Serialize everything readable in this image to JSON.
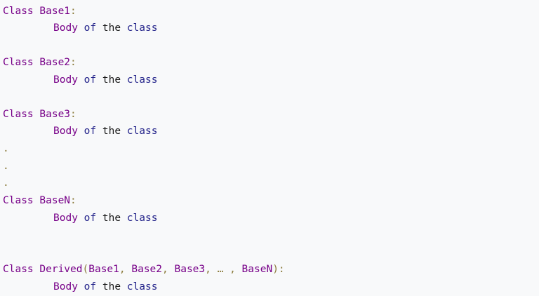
{
  "code": {
    "class_keyword": "Class",
    "colon": ":",
    "body_word": "Body",
    "of_word": "of",
    "the_word": "the",
    "class_word": "class",
    "dot": ".",
    "base1": "Base1",
    "base2": "Base2",
    "base3": "Base3",
    "basen": "BaseN",
    "derived": "Derived",
    "paren_open": "(",
    "paren_close_colon": "):",
    "derived_args_base1": "Base1",
    "derived_args_base2": "Base2",
    "derived_args_base3": "Base3",
    "derived_args_ellipsis": "…",
    "derived_args_basen": "BaseN",
    "comma": ","
  }
}
